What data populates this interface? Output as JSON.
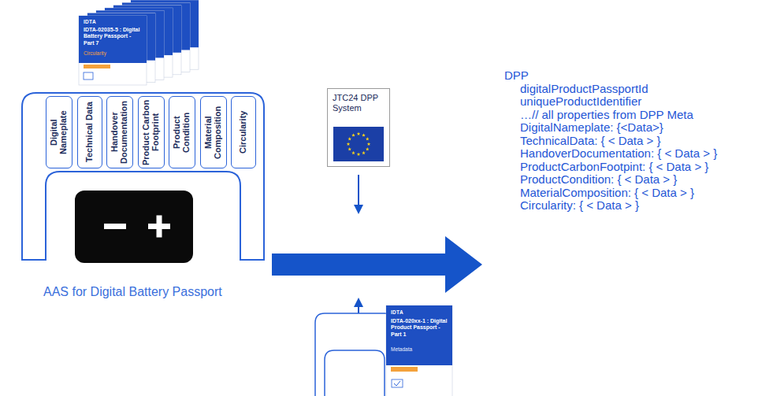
{
  "diagram": {
    "nodes": [
      {
        "text": [
          "AAS for Digital Battery Passport"
        ]
      },
      {
        "text": [
          "Digital Nameplate"
        ],
        "in": 0
      },
      {
        "text": [
          "Technical Data"
        ],
        "in": 0
      },
      {
        "text": [
          "Handover Documentation"
        ],
        "in": 0
      },
      {
        "text": [
          "Product Carbon Footprint"
        ],
        "in": 0
      },
      {
        "text": [
          "Product Condition"
        ],
        "in": 0
      },
      {
        "text": [
          "Material Composition"
        ],
        "in": 0
      },
      {
        "text": [
          "Circularity"
        ],
        "in": 0
      },
      {
        "text": [
          "JTC24 DPP System"
        ]
      }
    ],
    "labels": [
      "IDTA",
      "IDTA-02035-5 : Digital Battery Passport - Part 7",
      "Circularity",
      "DPP",
      "digitalProductPassportId",
      "uniqueProductIdentifier",
      "…// all properties from DPP Meta",
      "DigitalNameplate: {<Data>}",
      "TechnicalData: { < Data > }",
      "HandoverDocumentation: { < Data > }",
      "ProductCarbonFootpint: { < Data > }",
      "ProductCondition: { < Data > }",
      "MaterialComposition: { < Data > }",
      "Circularity: { < Data > }",
      "IDTA",
      "IDTA-020xx-1 : Digital Product Passport - Part 1",
      "Metadata"
    ]
  }
}
